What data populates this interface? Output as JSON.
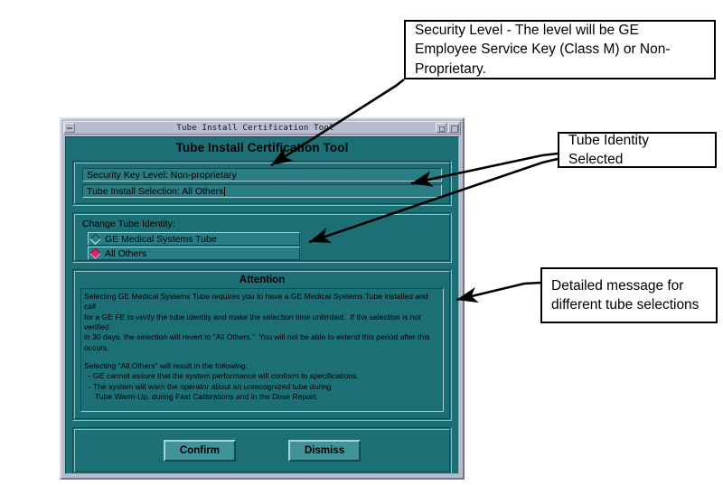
{
  "window": {
    "titlebar_title": "Tube Install Certification Tool",
    "app_title": "Tube Install Certification Tool",
    "minimize_icon": "minimize-icon",
    "restore_icon": "restore-icon",
    "maximize_icon": "maximize-icon"
  },
  "status": {
    "security_key_label": "Security Key Level:",
    "security_key_value": "Non-proprietary",
    "security_key_line": "Security Key Level:   Non-proprietary",
    "tube_selection_label": "Tube Install Selection:",
    "tube_selection_value": "All Others",
    "tube_selection_line": "Tube Install Selection:   All Others"
  },
  "identity": {
    "group_label": "Change Tube Identity:",
    "options": [
      {
        "label": "GE Medical Systems Tube",
        "selected": false,
        "marker": "diamond-radio-icon"
      },
      {
        "label": "All Others",
        "selected": true,
        "marker": "diamond-radio-icon"
      }
    ]
  },
  "attention": {
    "title": "Attention",
    "paragraph1": "Selecting GE Medical Systems Tube requires you to have a GE Medical Systems Tube installed and call\nfor a GE FE to verify the tube identity and make the selection time unlimited.  If the selection is not verified\nin 30 days, the selection will revert to \"All Others.\"  You will not be able to extend this period after this\noccurs.",
    "paragraph2": "Selecting \"All Others\" will result in the following:\n  - GE cannot assure that the system performance will conform to specifications.\n  - The system will warn the operator about an unrecognized tube during\n     Tube Warm-Up, during Fast Calibrations and in the Dose Report."
  },
  "buttons": {
    "confirm": "Confirm",
    "dismiss": "Dismiss"
  },
  "annotations": [
    {
      "id": "security",
      "text": "Security Level - The level will be GE Employee Service Key (Class M) or Non-Proprietary."
    },
    {
      "id": "identity",
      "text": "Tube Identity Selected"
    },
    {
      "id": "detail",
      "text": "Detailed message for different tube selections"
    }
  ],
  "colors": {
    "panel_teal": "#1d6f76",
    "field_teal": "#2a7d84",
    "button_teal": "#41939a",
    "titlebar_grey": "#b9bccd",
    "selected_radio": "#d6246b",
    "annotation_border": "#000000",
    "page_background": "#ffffff"
  }
}
